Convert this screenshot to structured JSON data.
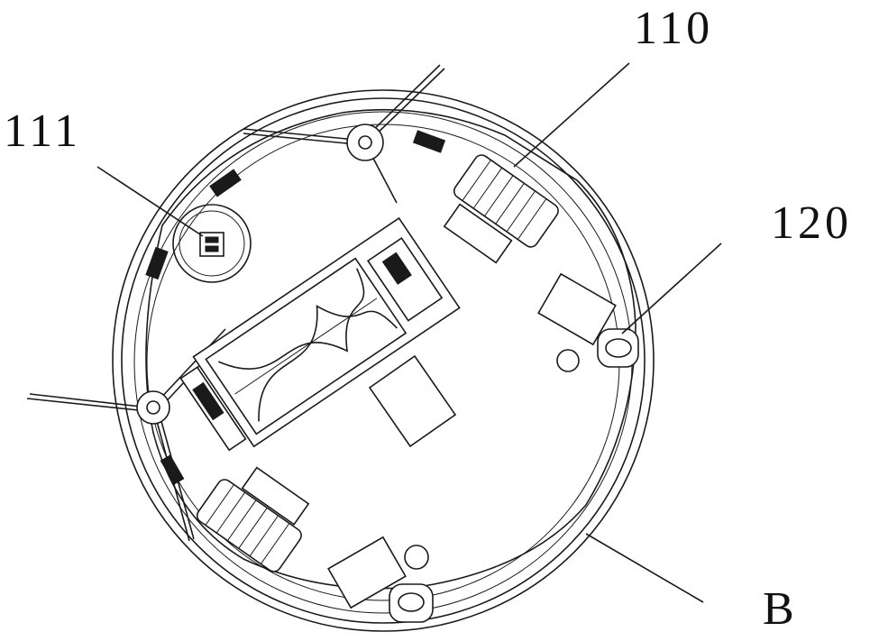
{
  "labels": {
    "wheel": "110",
    "side_brush": "111",
    "caster": "120",
    "body": "B"
  }
}
